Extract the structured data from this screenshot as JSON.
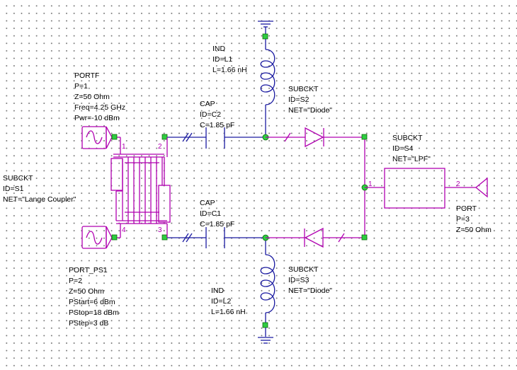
{
  "components": {
    "portf": [
      "PORTF",
      "P=1",
      "Z=50 Ohm",
      "Freq=4.25 GHz",
      "Pwr=-10 dBm"
    ],
    "port_ps1": [
      "PORT_PS1",
      "P=2",
      "Z=50 Ohm",
      "PStart=6 dBm",
      "PStop=18 dBm",
      "PStep=3 dB"
    ],
    "s1": [
      "SUBCKT",
      "ID=S1",
      "NET=\"Lange Coupler\""
    ],
    "c2": [
      "CAP",
      "ID=C2",
      "C=1.85 pF"
    ],
    "c1": [
      "CAP",
      "ID=C1",
      "C=1.85 pF"
    ],
    "l1": [
      "IND",
      "ID=L1",
      "L=1.66 nH"
    ],
    "l2": [
      "IND",
      "ID=L2",
      "L=1.66 nH"
    ],
    "s2": [
      "SUBCKT",
      "ID=S2",
      "NET=\"Diode\""
    ],
    "s3": [
      "SUBCKT",
      "ID=S3",
      "NET=\"Diode\""
    ],
    "s4": [
      "SUBCKT",
      "ID=S4",
      "NET=\"LPF\""
    ],
    "port3": [
      "PORT",
      "P=3",
      "Z=50 Ohm"
    ]
  },
  "pins": {
    "coupler": [
      "1",
      "2",
      "4",
      "3"
    ],
    "lpf": [
      "1",
      "2"
    ]
  },
  "colors": {
    "wire": "#1a1aa0",
    "symbol": "#b000b0",
    "node": "#2ecc40",
    "ground": "#1a1aa0",
    "grid_dot": "#7a7a7a"
  }
}
